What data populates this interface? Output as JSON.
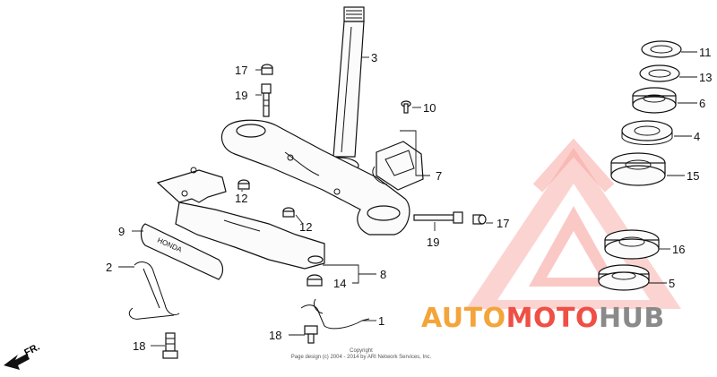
{
  "callouts": {
    "c1": "1",
    "c2": "2",
    "c3": "3",
    "c4": "4",
    "c5": "5",
    "c6": "6",
    "c7": "7",
    "c8": "8",
    "c9": "9",
    "c10": "10",
    "c11": "11",
    "c12a": "12",
    "c12b": "12",
    "c13": "13",
    "c14": "14",
    "c15": "15",
    "c16": "16",
    "c17a": "17",
    "c17b": "17",
    "c18a": "18",
    "c18b": "18",
    "c19a": "19",
    "c19b": "19"
  },
  "direction_label": "FR.",
  "copyright": {
    "line1": "Copyright",
    "line2": "Page design (c) 2004 - 2014 by ARI Network Services, Inc."
  },
  "watermark": {
    "part1": "AUTO",
    "part2": "MOTO",
    "part3": "HUB",
    "colors": {
      "auto": "#f3a53a",
      "moto": "#ef4f45",
      "hub": "#8a8a8a",
      "logo": "#ef4f45"
    }
  },
  "colors": {
    "line_art": "#111111",
    "background": "#ffffff"
  }
}
